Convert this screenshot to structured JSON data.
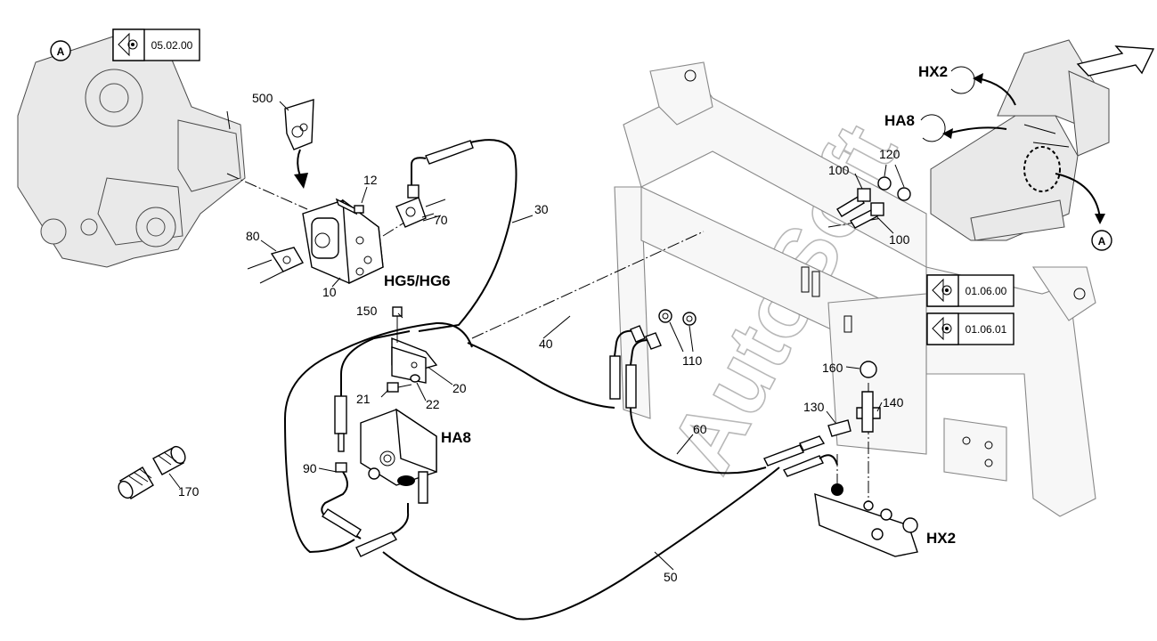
{
  "callouts": {
    "c500": "500",
    "c12": "12",
    "c80": "80",
    "c10": "10",
    "c70": "70",
    "c30": "30",
    "c150": "150",
    "c40": "40",
    "c21": "21",
    "c22": "22",
    "c20": "20",
    "c90": "90",
    "c170": "170",
    "c110": "110",
    "c60": "60",
    "c50": "50",
    "c100a": "100",
    "c120": "120",
    "c100b": "100",
    "c160": "160",
    "c130": "130",
    "c140": "140"
  },
  "component_labels": {
    "hg5_hg6": "HG5/HG6",
    "ha8_main": "HA8",
    "ha8_detail": "HA8",
    "hx2_detail": "HX2",
    "hx2_main": "HX2"
  },
  "view_markers": {
    "a_top": "A",
    "a_right": "A"
  },
  "view_refs": {
    "ref1": "05.02.00",
    "ref2": "01.06.00",
    "ref3": "01.06.01"
  },
  "watermark": "AutoSoft",
  "icons": {
    "view_ref": "eye-view-icon",
    "direction": "arrow-icon"
  }
}
